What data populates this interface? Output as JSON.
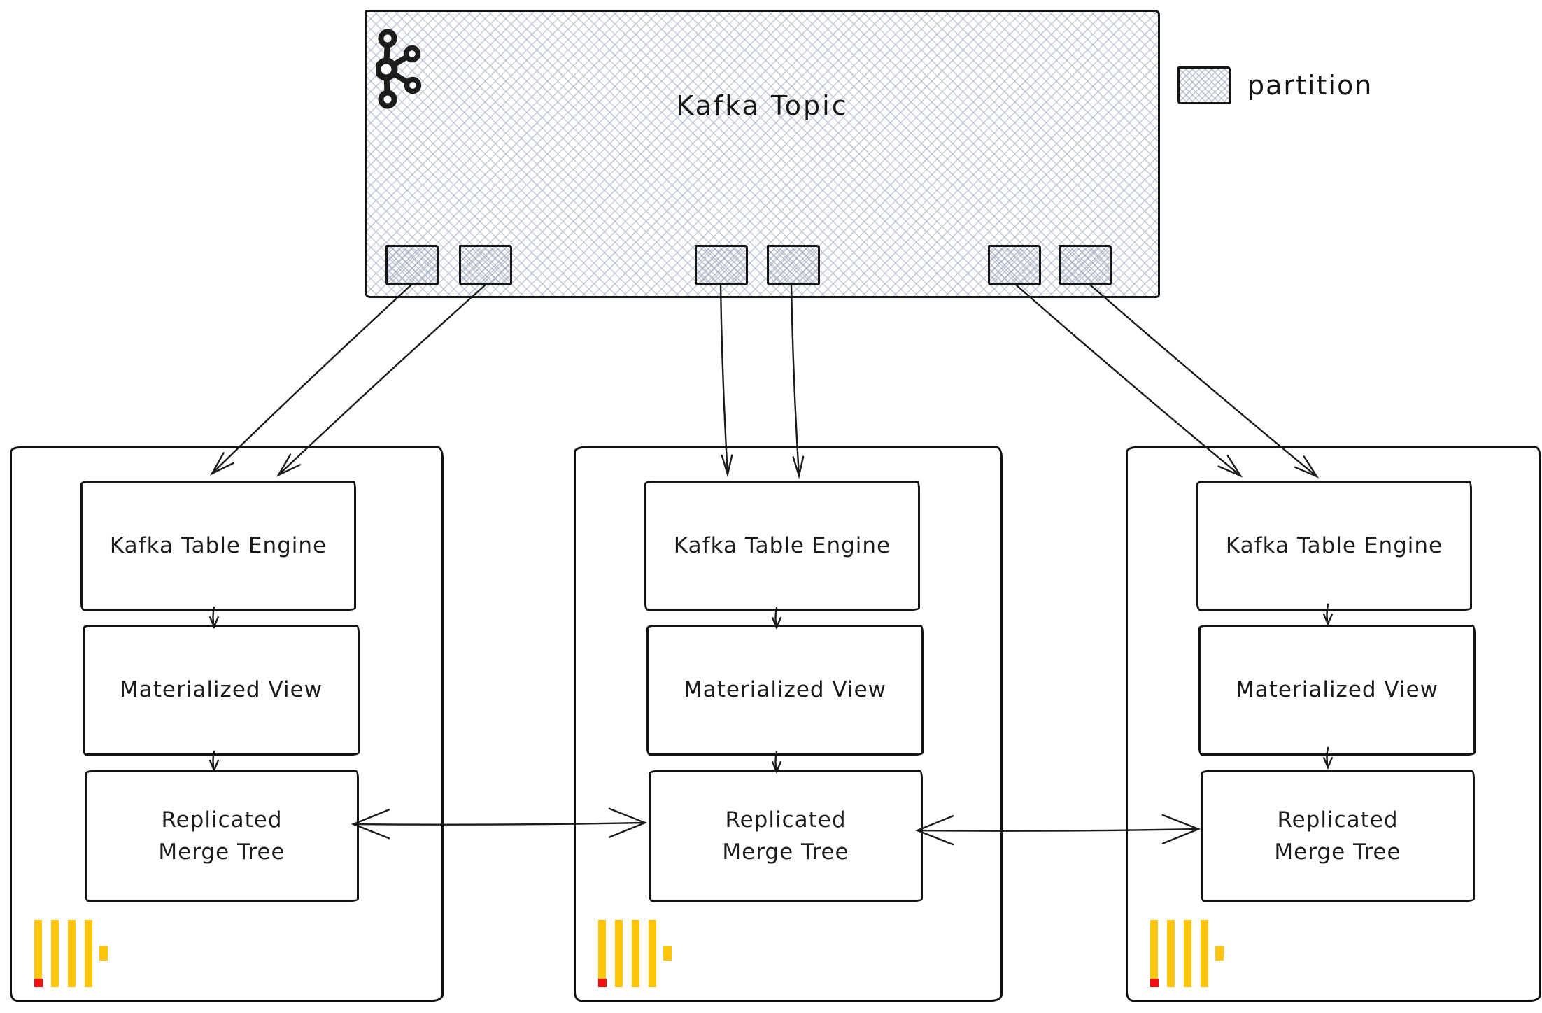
{
  "topic": {
    "title": "Kafka Topic",
    "icon": "kafka-logo",
    "partition_count": 6,
    "partition_groups": [
      2,
      2,
      2
    ]
  },
  "legend": {
    "swatch_icon": "partition-swatch",
    "label": "partition"
  },
  "nodes": [
    {
      "engine_label": "Kafka Table Engine",
      "view_label": "Materialized View",
      "tree_label_line1": "Replicated",
      "tree_label_line2": "Merge Tree",
      "logo_icon": "clickhouse-logo"
    },
    {
      "engine_label": "Kafka Table Engine",
      "view_label": "Materialized View",
      "tree_label_line1": "Replicated",
      "tree_label_line2": "Merge Tree",
      "logo_icon": "clickhouse-logo"
    },
    {
      "engine_label": "Kafka Table Engine",
      "view_label": "Materialized View",
      "tree_label_line1": "Replicated",
      "tree_label_line2": "Merge Tree",
      "logo_icon": "clickhouse-logo"
    }
  ],
  "colors": {
    "stroke": "#1b1b1b",
    "hatch": "#c7cdd9",
    "clickhouse_yellow": "#ffc609",
    "clickhouse_red": "#f50f0f"
  }
}
